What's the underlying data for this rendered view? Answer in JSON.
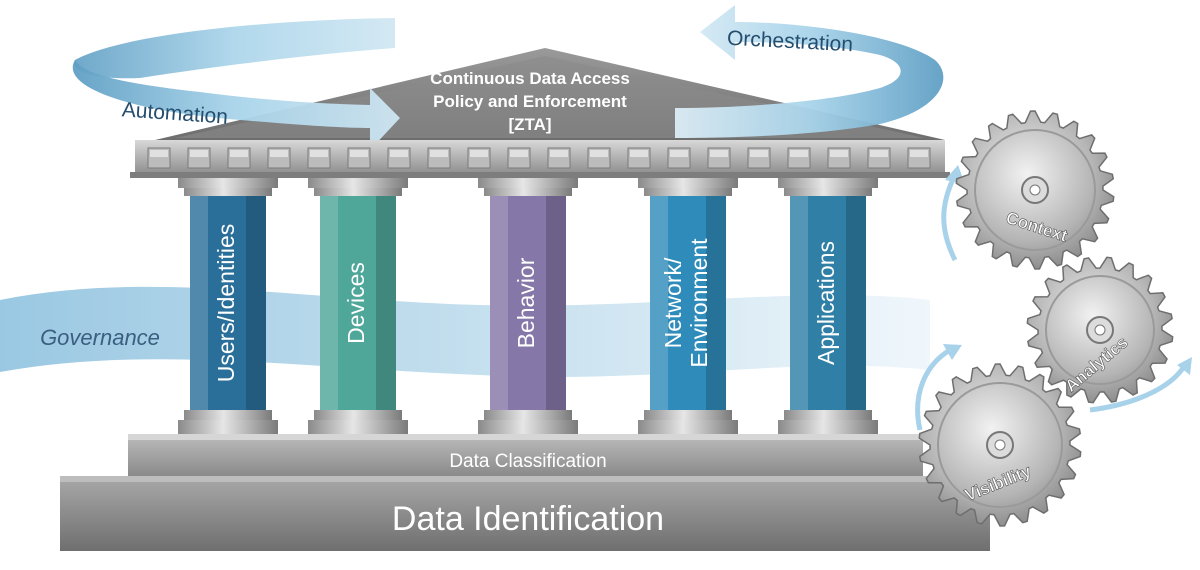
{
  "roof": {
    "line1": "Continuous Data Access",
    "line2": "Policy and Enforcement",
    "line3": "[ZTA]"
  },
  "flows": {
    "automation": "Automation",
    "orchestration": "Orchestration",
    "governance": "Governance"
  },
  "pillars": [
    {
      "line1": "Users/Identities",
      "line2": "",
      "color": "#2a6f9a"
    },
    {
      "line1": "Devices",
      "line2": "",
      "color": "#4fa79a"
    },
    {
      "line1": "Behavior",
      "line2": "",
      "color": "#8577a8"
    },
    {
      "line1": "Network/",
      "line2": "Environment",
      "color": "#2f8cba"
    },
    {
      "line1": "Applications",
      "line2": "",
      "color": "#2f7fa6"
    }
  ],
  "foundation": {
    "classification": "Data Classification",
    "identification": "Data Identification"
  },
  "gears": {
    "context": "Context",
    "analytics": "Analytics",
    "visibility": "Visibility"
  },
  "colors": {
    "ribbon": "#9ccde6",
    "ribbon_dark": "#6aa9cc",
    "stone": "#8c8c8c",
    "stone_dark": "#6b6b6b"
  }
}
